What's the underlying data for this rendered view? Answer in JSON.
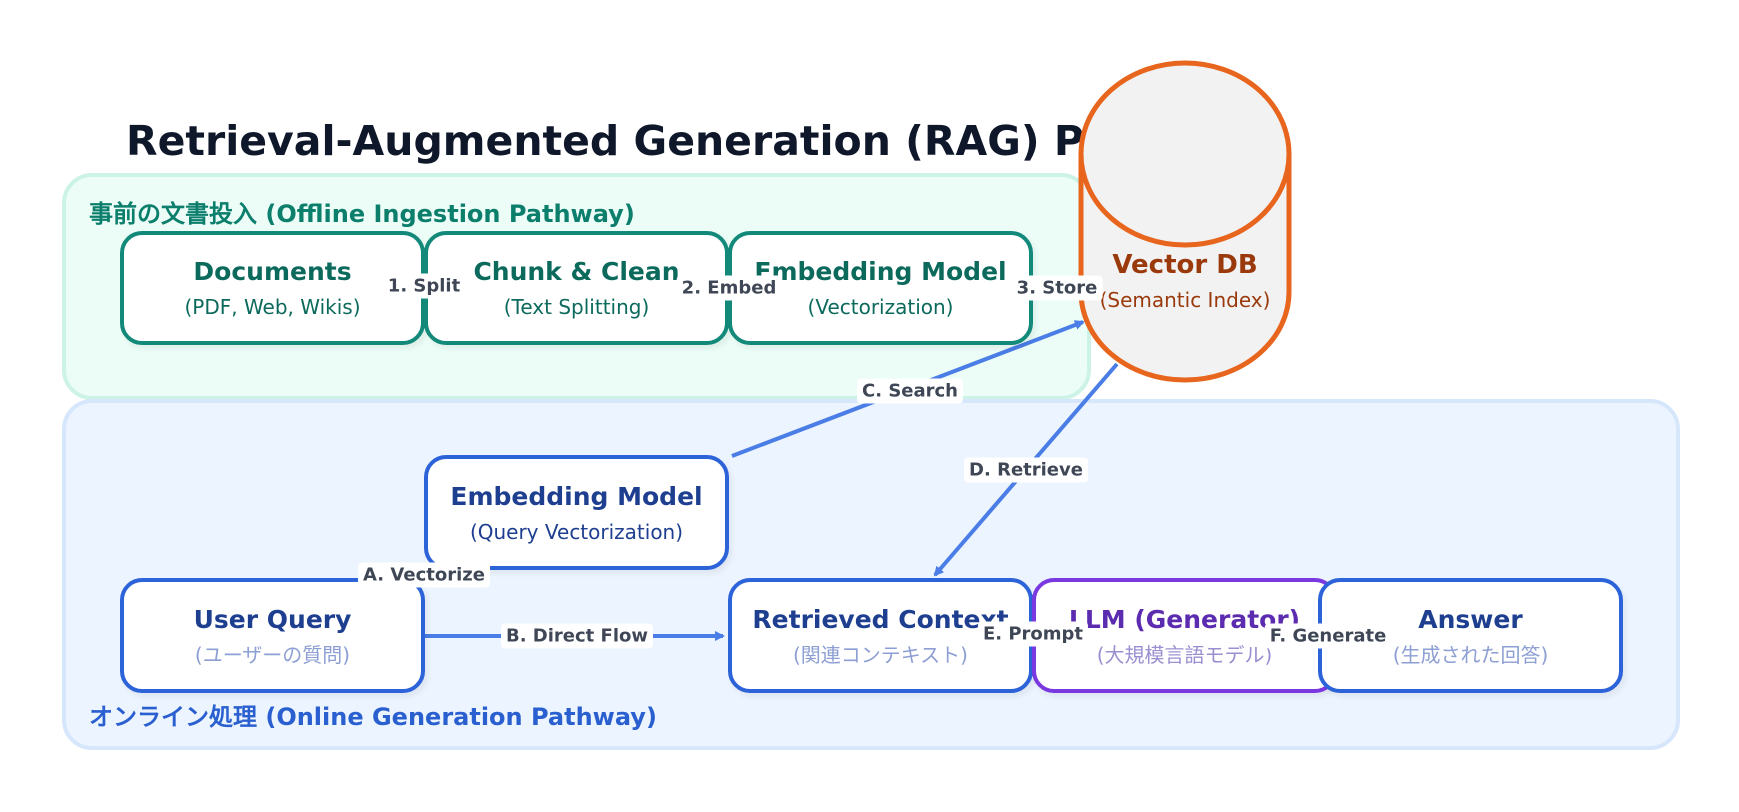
{
  "title": "Retrieval-Augmented Generation (RAG) Pipeline",
  "regions": {
    "offline": {
      "label": "事前の文書投入 (Offline Ingestion Pathway)"
    },
    "online": {
      "label": "オンライン処理 (Online Generation Pathway)"
    }
  },
  "nodes": {
    "documents": {
      "title": "Documents",
      "sub": "(PDF, Web, Wikis)"
    },
    "chunk": {
      "title": "Chunk & Clean",
      "sub": "(Text Splitting)"
    },
    "embed_offline": {
      "title": "Embedding Model",
      "sub": "(Vectorization)"
    },
    "vector_db": {
      "title": "Vector DB",
      "sub": "(Semantic Index)"
    },
    "embed_query": {
      "title": "Embedding Model",
      "sub": "(Query Vectorization)"
    },
    "user_query": {
      "title": "User Query",
      "sub": "(ユーザーの質問)"
    },
    "context": {
      "title": "Retrieved Context",
      "sub": "(関連コンテキスト)"
    },
    "llm": {
      "title": "LLM (Generator)",
      "sub": "(大規模言語モデル)"
    },
    "answer": {
      "title": "Answer",
      "sub": "(生成された回答)"
    }
  },
  "edges": {
    "split": "1. Split",
    "embed": "2. Embed",
    "store": "3. Store",
    "vectorize": "A. Vectorize",
    "direct": "B. Direct Flow",
    "search": "C. Search",
    "retrieve": "D. Retrieve",
    "prompt": "E. Prompt",
    "generate": "F. Generate"
  },
  "colors": {
    "offline_accent": "#13897a",
    "online_accent": "#2c63d8",
    "arrow": "#4a7de6",
    "database": "#e8651e",
    "llm": "#7a39e0"
  }
}
